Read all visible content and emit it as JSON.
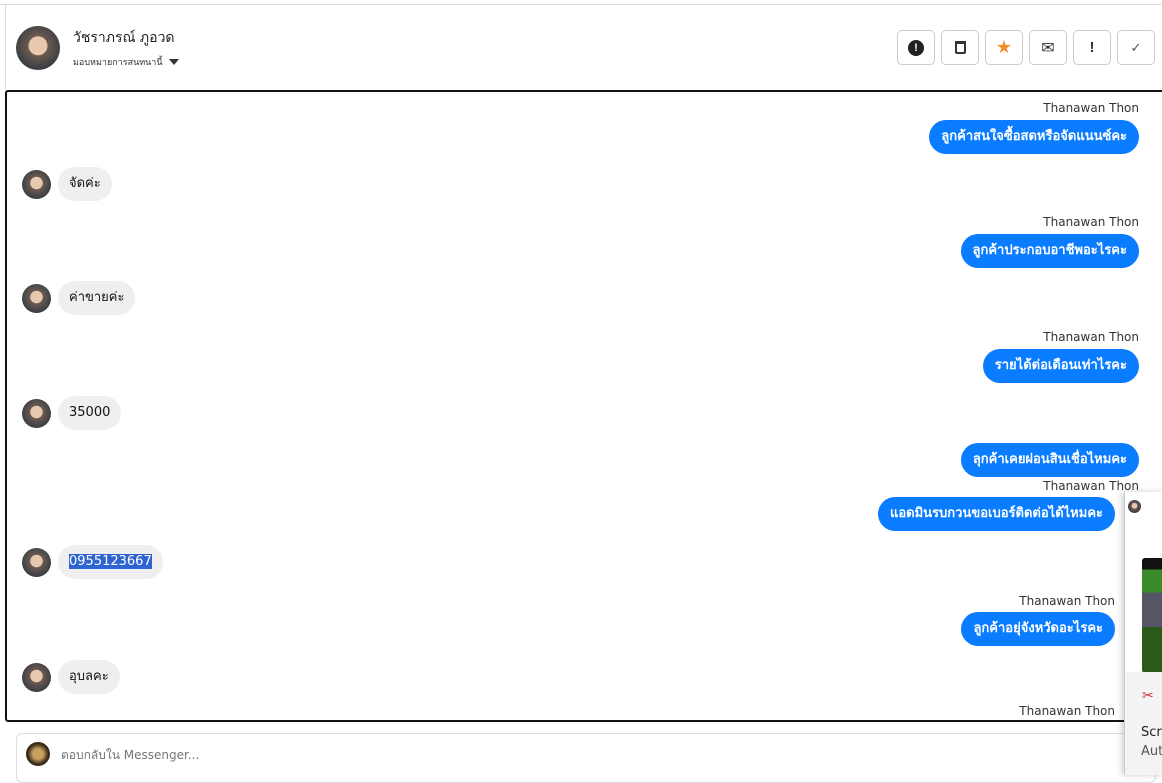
{
  "header": {
    "contact_name": "วัชราภรณ์ ภูอวด",
    "assign_label": "มอบหมายการสนทนานี้"
  },
  "toolbar": {
    "buttons": [
      {
        "icon": "exclamation-circle-icon",
        "glyph": "❗"
      },
      {
        "icon": "trash-icon",
        "glyph": "🗑"
      },
      {
        "icon": "star-icon",
        "glyph": "★",
        "color": "#f28c28"
      },
      {
        "icon": "envelope-open-icon",
        "glyph": "✉"
      },
      {
        "icon": "exclamation-icon",
        "glyph": "!"
      },
      {
        "icon": "check-icon",
        "glyph": "✓"
      }
    ]
  },
  "messages": [
    {
      "dir": "out",
      "sender": "Thanawan Thon",
      "text": "ลูกค้าสนใจซื้อสดหรือจัดแนนซ์คะ"
    },
    {
      "dir": "in",
      "text": "จัดค่ะ"
    },
    {
      "dir": "out",
      "sender": "Thanawan Thon",
      "text": "ลูกค้าประกอบอาชีพอะไรคะ"
    },
    {
      "dir": "in",
      "text": "ค่าขายค่ะ"
    },
    {
      "dir": "out",
      "sender": "Thanawan Thon",
      "text": "รายได้ต่อเดือนเท่าไรคะ"
    },
    {
      "dir": "in",
      "text": "35000"
    },
    {
      "dir": "out",
      "text": "ลุกค้าเคยผ่อนสินเชื่อไหมคะ"
    },
    {
      "dir": "out",
      "sender": "Thanawan Thon",
      "text": "แอดมินรบกวนขอเบอร์ติดต่อได้ไหมคะ"
    },
    {
      "dir": "in",
      "text": "0955123667"
    },
    {
      "dir": "out",
      "sender": "Thanawan Thon",
      "text": "ลูกค้าอยุ่จังหวัดอะไรคะ"
    },
    {
      "dir": "in",
      "text": "อุบลคะ"
    },
    {
      "dir": "out",
      "sender": "Thanawan Thon"
    }
  ],
  "reply": {
    "placeholder": "ตอบกลับใน Messenger..."
  },
  "popup": {
    "line1": "Scre",
    "line2": "Aut"
  },
  "colors": {
    "accent": "#0a7cff",
    "incoming": "#efefef"
  }
}
